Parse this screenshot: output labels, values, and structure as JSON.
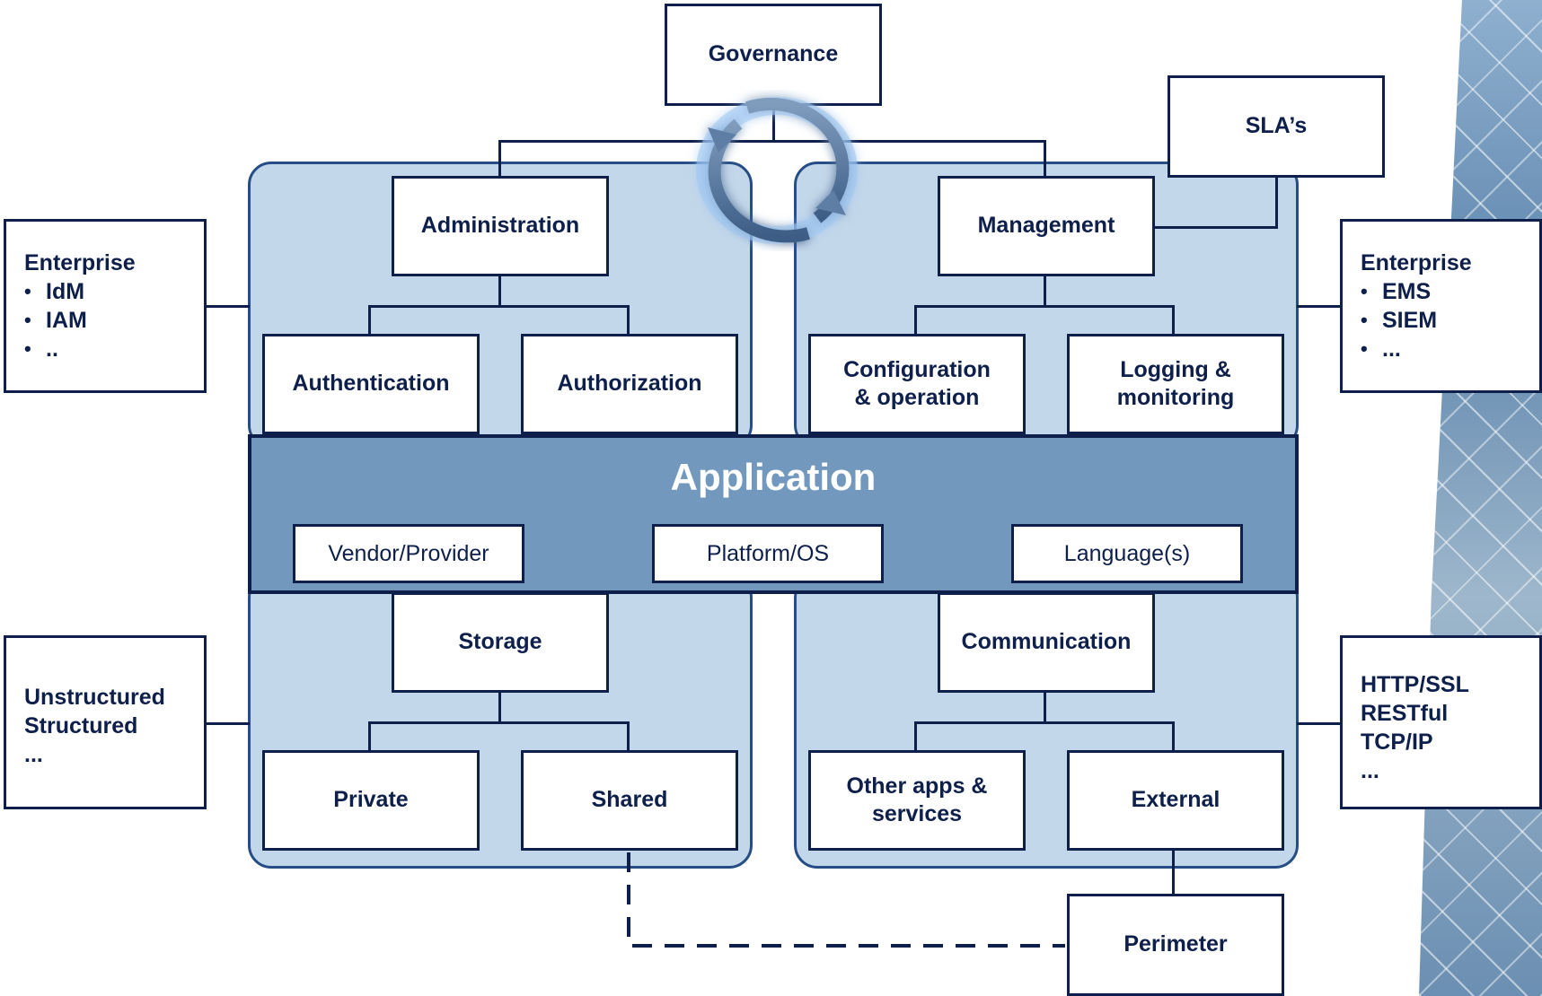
{
  "governance": "Governance",
  "slas": "SLA’s",
  "admin": {
    "title": "Administration",
    "children": [
      "Authentication",
      "Authorization"
    ],
    "side_title": "Enterprise",
    "side_items": [
      "IdM",
      "IAM",
      ".."
    ]
  },
  "management": {
    "title": "Management",
    "children": [
      "Configuration\n& operation",
      "Logging &\nmonitoring"
    ],
    "side_title": "Enterprise",
    "side_items": [
      "EMS",
      "SIEM",
      "..."
    ]
  },
  "application": {
    "title": "Application",
    "items": [
      "Vendor/Provider",
      "Platform/OS",
      "Language(s)"
    ]
  },
  "storage": {
    "title": "Storage",
    "children": [
      "Private",
      "Shared"
    ],
    "side_lines": [
      "Unstructured",
      "Structured",
      "..."
    ]
  },
  "communication": {
    "title": "Communication",
    "children": [
      "Other apps &\nservices",
      "External"
    ],
    "side_lines": [
      "HTTP/SSL",
      "RESTful",
      "TCP/IP",
      "..."
    ]
  },
  "perimeter": "Perimeter",
  "colors": {
    "panel_fill": "#c3d7ea",
    "panel_border": "#264d85",
    "band_fill": "#7398bd",
    "dark": "#0d1f4a"
  },
  "icons": {
    "cycle": "cycle-arrows-icon"
  }
}
